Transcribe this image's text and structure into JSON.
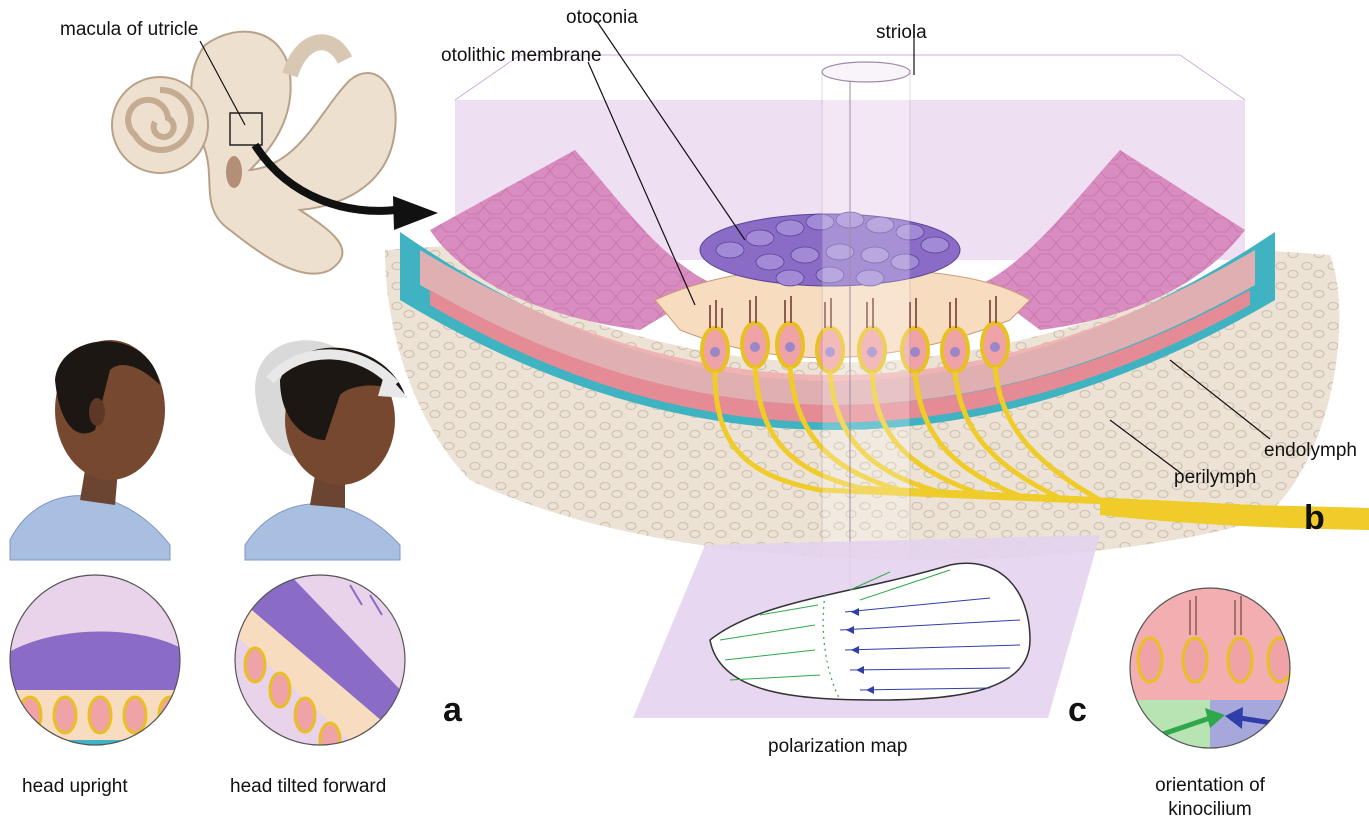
{
  "labels": {
    "macula": "macula of utricle",
    "otoconia": "otoconia",
    "otolithic_membrane": "otolithic membrane",
    "striola": "striola",
    "endolymph": "endolymph",
    "perilymph": "perilymph",
    "polarization_map": "polarization map",
    "head_upright": "head upright",
    "head_tilted": "head tilted forward",
    "kinocilium_line1": "orientation of",
    "kinocilium_line2": "kinocilium"
  },
  "panels": {
    "a": "a",
    "b": "b",
    "c": "c"
  },
  "colors": {
    "bone": "#ece3d6",
    "endolymph_fill": "#d98cc0",
    "perilymph_band": "#3fb3c2",
    "epithelium": "#f2aeb0",
    "otoconia": "#8a6cc6",
    "nerve": "#f0cc2a",
    "membrane": "#f7dcc0",
    "box": "#e4c8ea",
    "green_arrows": "#2ea84a",
    "blue_arrows": "#2f3ea8"
  }
}
